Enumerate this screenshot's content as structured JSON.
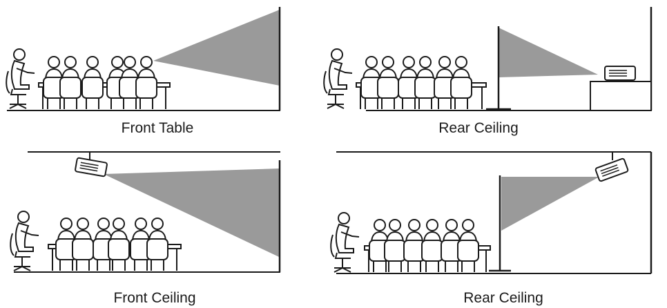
{
  "panels": [
    {
      "id": "front-table",
      "caption": "Front Table"
    },
    {
      "id": "rear-ceiling-1",
      "caption": "Rear Ceiling"
    },
    {
      "id": "front-ceiling",
      "caption": "Front Ceiling"
    },
    {
      "id": "rear-ceiling-2",
      "caption": "Rear Ceiling"
    }
  ],
  "colors": {
    "line": "#1a1a1a",
    "beam": "#9a9a9a",
    "background": "#ffffff"
  }
}
